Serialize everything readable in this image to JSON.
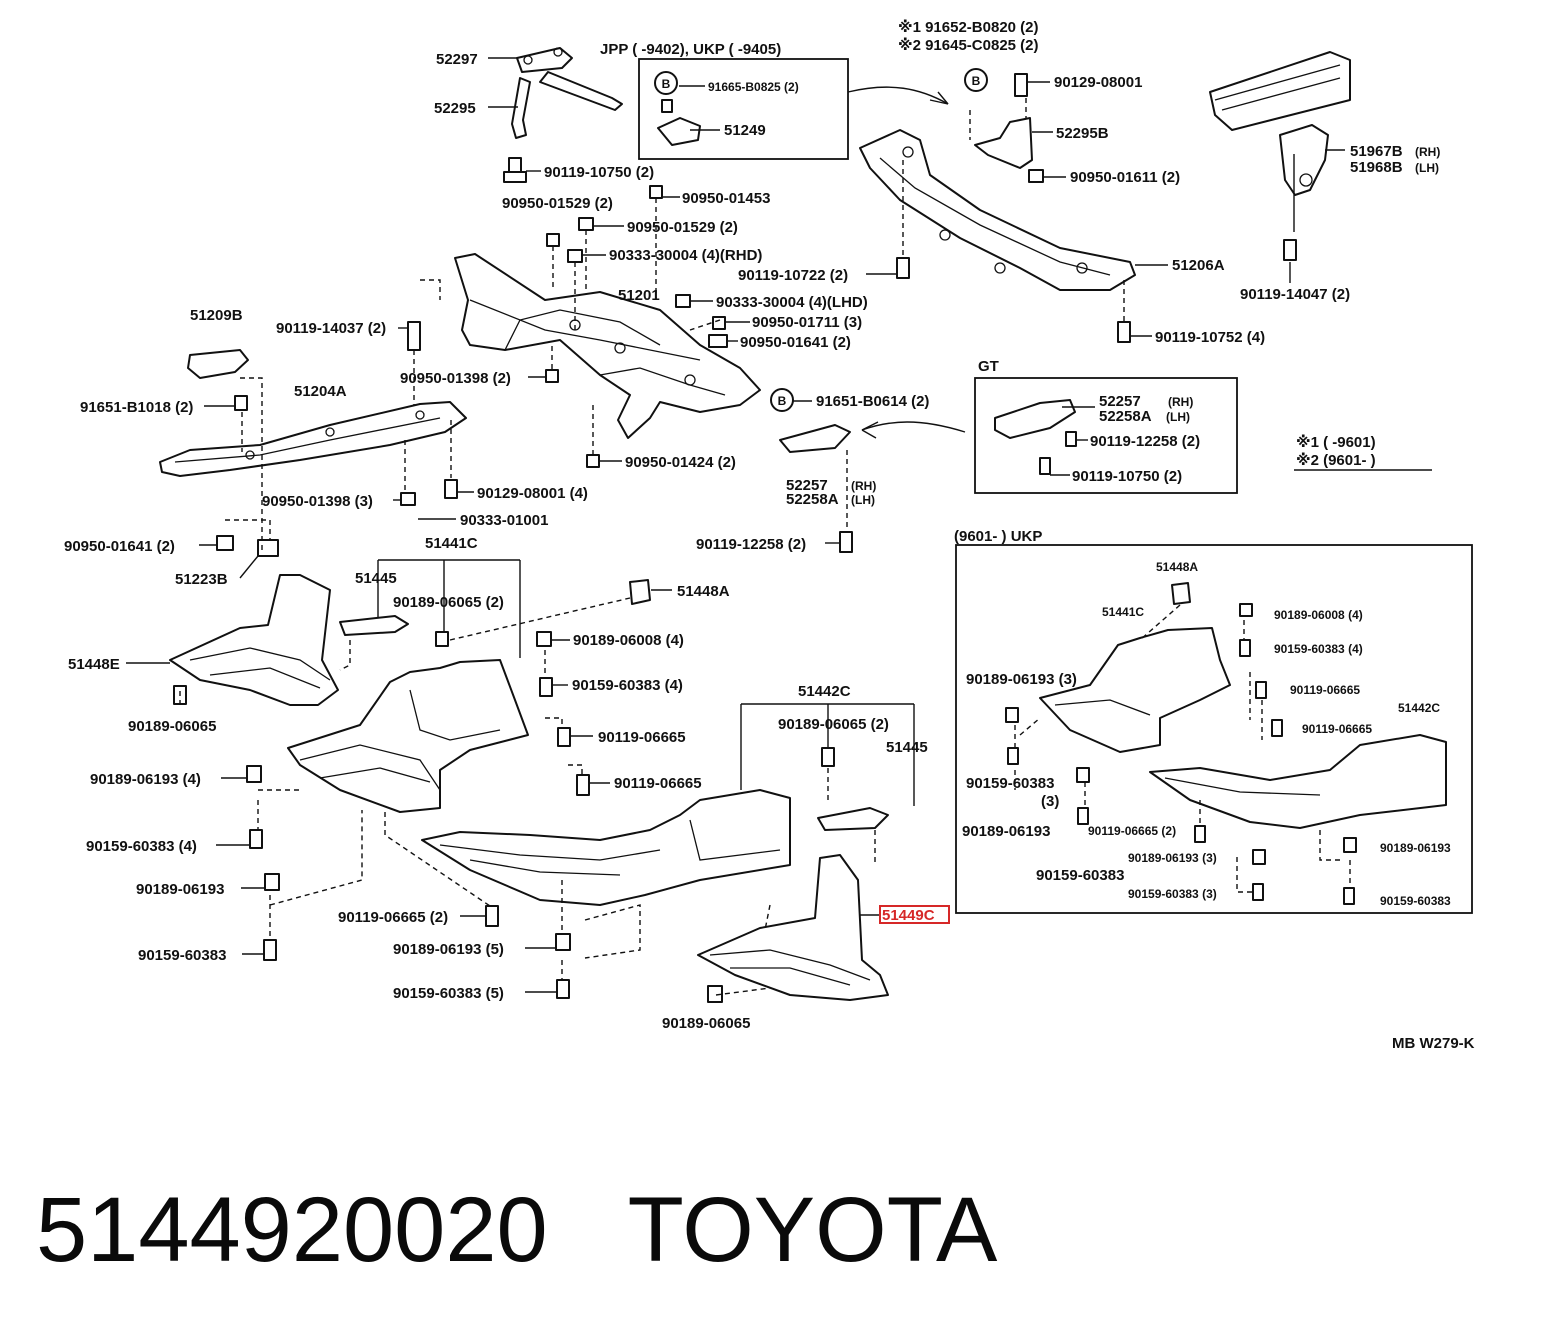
{
  "diagram": {
    "labels": {
      "jpp_ukp": "JPP (        -9402), UKP (        -9405)",
      "gt": "GT",
      "ukp_9601": "(9601-        ) UKP",
      "star1_a": "※1 91652-B0820 (2)",
      "star2_a": "※2 91645-C0825 (2)",
      "legend1": "※1 (        -9601)",
      "legend2": "※2 (9601-        )",
      "code": "MB W279-K",
      "p52297": "52297",
      "p52295": "52295",
      "p91665": "91665-B0825 (2)",
      "p51249": "51249",
      "p90119_10750a": "90119-10750 (2)",
      "p90129_08001a": "90129-08001",
      "p52295b": "52295B",
      "p90950_01611": "90950-01611 (2)",
      "p51967b": "51967B",
      "p51968b": "51968B",
      "rh": "(RH)",
      "lh": "(LH)",
      "p90950_01529a": "90950-01529 (2)",
      "p90950_01453": "90950-01453",
      "p90950_01529b": "90950-01529 (2)",
      "p90333_30004rhd": "90333-30004 (4)(RHD)",
      "p51201": "51201",
      "p90333_30004lhd": "90333-30004 (4)(LHD)",
      "p90950_01711": "90950-01711 (3)",
      "p90950_01641a": "90950-01641 (2)",
      "p90119_10722": "90119-10722 (2)",
      "p51206a": "51206A",
      "p90119_14047": "90119-14047 (2)",
      "p90119_10752": "90119-10752 (4)",
      "p51209b": "51209B",
      "p90119_14037": "90119-14037 (2)",
      "p90950_01398a": "90950-01398 (2)",
      "p91651_b1018": "91651-B1018 (2)",
      "p51204a": "51204A",
      "p91651_b0614": "91651-B0614 (2)",
      "p52257a": "52257",
      "p52258a_a": "52258A",
      "p90119_12258a": "90119-12258 (2)",
      "p90119_10750b": "90119-10750 (2)",
      "p90950_01424": "90950-01424 (2)",
      "p90950_01398b": "90950-01398 (3)",
      "p90129_08001b": "90129-08001 (4)",
      "p90333_01001": "90333-01001",
      "p52257b": "52257",
      "p52258a_b": "52258A",
      "p90119_12258b": "90119-12258 (2)",
      "p90950_01641b": "90950-01641 (2)",
      "p51223b": "51223B",
      "p51441c": "51441C",
      "p51445a": "51445",
      "p90189_06065a": "90189-06065 (2)",
      "p51448a": "51448A",
      "p51448e": "51448E",
      "p90189_06008": "90189-06008 (4)",
      "p90159_60383a": "90159-60383 (4)",
      "p90189_06065b": "90189-06065",
      "p90119_06665a": "90119-06665",
      "p90189_06193a": "90189-06193 (4)",
      "p51442c": "51442C",
      "p90189_06065c": "90189-06065 (2)",
      "p51445b": "51445",
      "p90119_06665b": "90119-06665",
      "p90159_60383b": "90159-60383 (4)",
      "p90189_06193b": "90189-06193",
      "p90119_06665c": "90119-06665 (2)",
      "p90159_60383c": "90159-60383",
      "p90189_06193c": "90189-06193 (5)",
      "p51449c": "51449C",
      "p90159_60383d": "90159-60383 (5)",
      "p90189_06065d": "90189-06065",
      "u51448a": "51448A",
      "u51441c": "51441C",
      "u90189_06008": "90189-06008 (4)",
      "u90159_60383a": "90159-60383 (4)",
      "u90189_06193a": "90189-06193 (3)",
      "u90119_06665a": "90119-06665",
      "u90119_06665b": "90119-06665",
      "u51442c": "51442C",
      "u90159_60383b": "90159-60383",
      "u3": "(3)",
      "u90189_06193b": "90189-06193",
      "u90119_06665c": "90119-06665 (2)",
      "u90189_06193c": "90189-06193 (3)",
      "u90189_06193d": "90189-06193",
      "u90159_60383c": "90159-60383",
      "u90159_60383d": "90159-60383 (3)",
      "u90159_60383e": "90159-60383"
    },
    "callout_letter": "B"
  },
  "footer": {
    "part_number": "5144920020",
    "brand": "TOYOTA"
  }
}
